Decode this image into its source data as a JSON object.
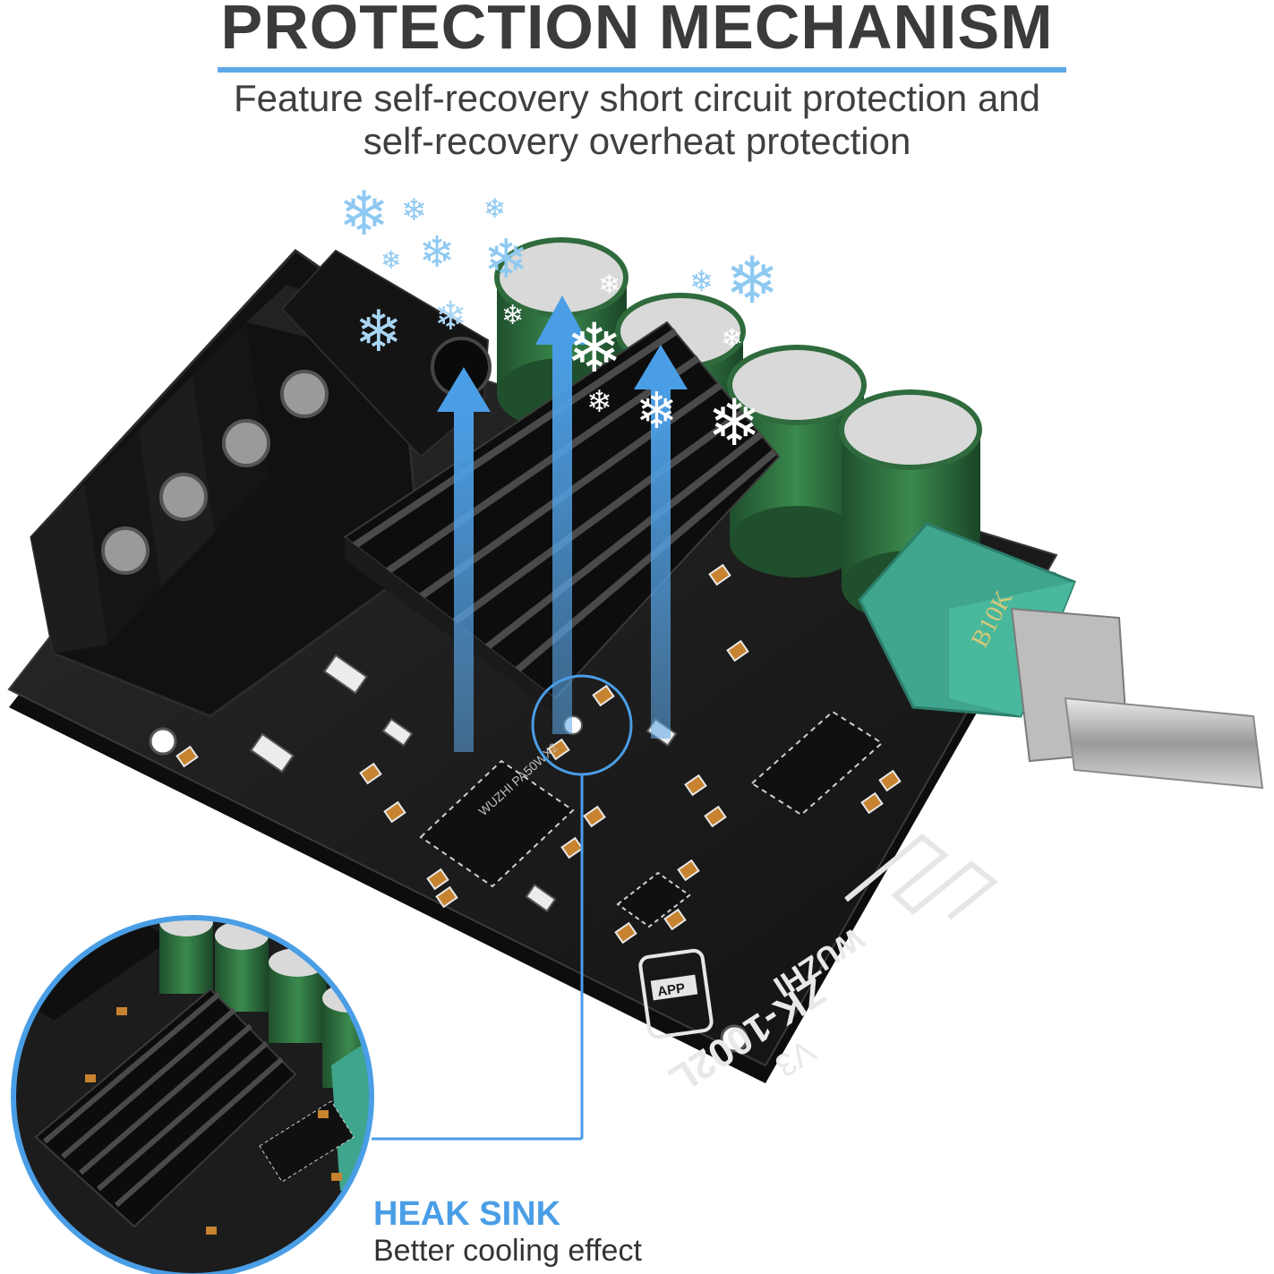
{
  "header": {
    "title": "PROTECTION MECHANISM",
    "subtitle_line1": "Feature self-recovery short circuit protection and",
    "subtitle_line2": "self-recovery overheat protection"
  },
  "board": {
    "model": "ZK-1002L",
    "brand": "WUZHI",
    "version": "V3",
    "app_label": "APP",
    "knob_label": "B10K",
    "chip_label": "WUZHI PA50WX2"
  },
  "caption": {
    "title": "HEAK SINK",
    "subtitle": "Better cooling effect"
  },
  "colors": {
    "accent": "#5ea8e8",
    "caption_blue": "#4a9ee6",
    "pcb": "#1c1c1c",
    "capacitor": "#2f6b3c",
    "knob_teal": "#3fa58c"
  }
}
